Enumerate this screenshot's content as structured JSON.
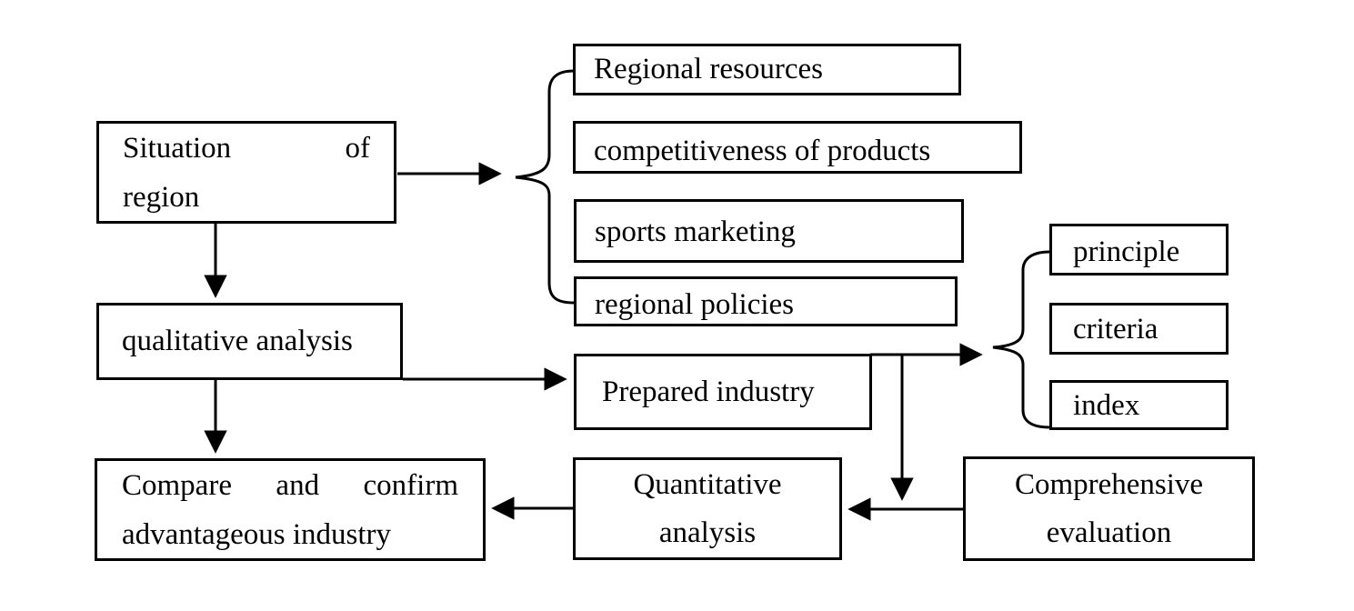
{
  "diagram": {
    "background_color": "#ffffff",
    "stroke_color": "#000000",
    "nodes": {
      "situation": {
        "line1_left": "Situation",
        "line1_right": "of",
        "line2": "region"
      },
      "qualitative": {
        "label": "qualitative analysis"
      },
      "compare": {
        "line1_words": [
          "Compare",
          "and",
          "confirm"
        ],
        "line2": "advantageous industry"
      },
      "regional_resources": {
        "label": "Regional resources"
      },
      "competitiveness": {
        "label": "competitiveness of products"
      },
      "sports_marketing": {
        "label": "sports marketing"
      },
      "regional_policies": {
        "label": "regional policies"
      },
      "prepared": {
        "label": "Prepared industry"
      },
      "principle": {
        "label": "principle"
      },
      "criteria": {
        "label": "criteria"
      },
      "index": {
        "label": "index"
      },
      "quantitative": {
        "line1": "Quantitative",
        "line2": "analysis"
      },
      "comprehensive": {
        "line1": "Comprehensive",
        "line2": "evaluation"
      }
    },
    "connections": [
      "situation -> factor group (Regional resources, competitiveness of products, sports marketing, regional policies)",
      "situation -> qualitative analysis",
      "qualitative analysis -> Compare and confirm advantageous industry",
      "qualitative analysis -> Prepared industry",
      "Prepared industry -> evaluation group (principle, criteria, index)",
      "Prepared industry branch -> Comprehensive evaluation line",
      "Comprehensive evaluation -> Quantitative analysis",
      "Quantitative analysis -> Compare and confirm advantageous industry"
    ]
  }
}
